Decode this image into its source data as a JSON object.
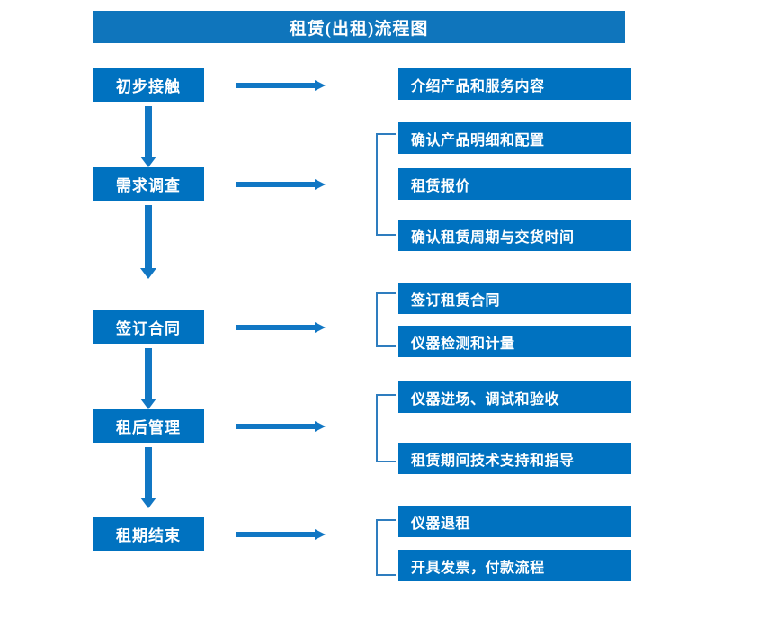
{
  "diagram": {
    "title": "租赁(出租)流程图",
    "colors": {
      "title_bar": "#0F75BC",
      "box_fill": "#0072C0",
      "arrow": "#1177C4",
      "bracket": "#2E7DBF",
      "text": "#FFFFFF",
      "background": "#FFFFFF"
    },
    "stages": [
      {
        "label": "初步接触",
        "details": [
          "介绍产品和服务内容"
        ],
        "bracketed": false
      },
      {
        "label": "需求调查",
        "details": [
          "确认产品明细和配置",
          "租赁报价",
          "确认租赁周期与交货时间"
        ],
        "bracketed": true
      },
      {
        "label": "签订合同",
        "details": [
          "签订租赁合同",
          "仪器检测和计量"
        ],
        "bracketed": true
      },
      {
        "label": "租后管理",
        "details": [
          "仪器进场、调试和验收",
          "租赁期间技术支持和指导"
        ],
        "bracketed": true
      },
      {
        "label": "租期结束",
        "details": [
          "仪器退租",
          "开具发票，付款流程"
        ],
        "bracketed": true
      }
    ],
    "connectors": {
      "down_arrow_count": 4,
      "right_arrow_count": 5
    }
  }
}
